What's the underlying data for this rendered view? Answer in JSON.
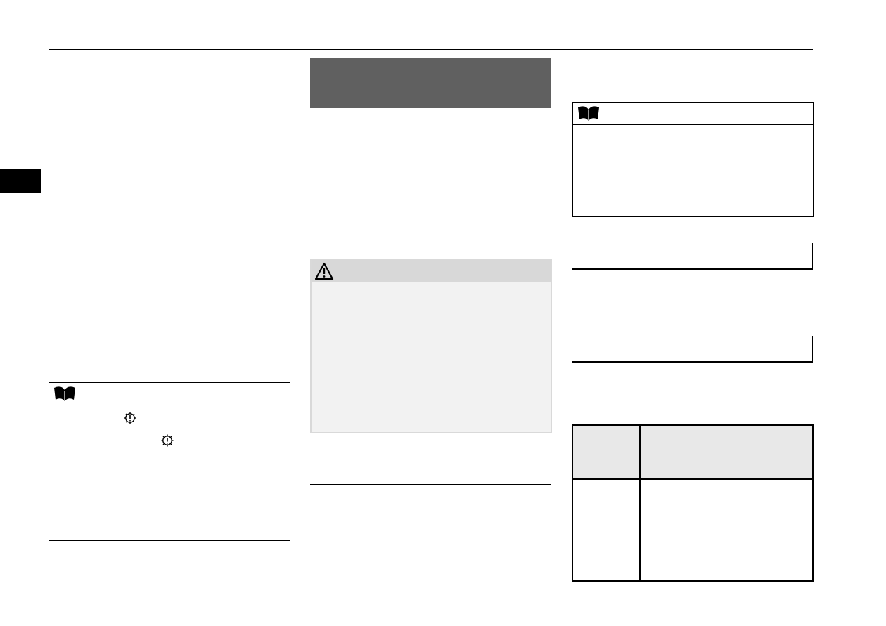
{
  "colors": {
    "rule": "#000000",
    "thumb_tab": "#000000",
    "section_title_bar": "#606060",
    "warning_box_body": "#f2f2f2",
    "warning_box_header": "#d8d8d8",
    "warning_box_border": "#d9d9d9",
    "table_header_fill": "#e8e8e8"
  },
  "icons": {
    "note_icon": "open-book-icon",
    "warning_icon": "warning-triangle-icon",
    "indicator_icon_1": "gear-exclamation-icon",
    "indicator_icon_2": "gear-exclamation-icon"
  },
  "table": {
    "columns": 2,
    "header_rows": 1,
    "body_rows": 1
  }
}
